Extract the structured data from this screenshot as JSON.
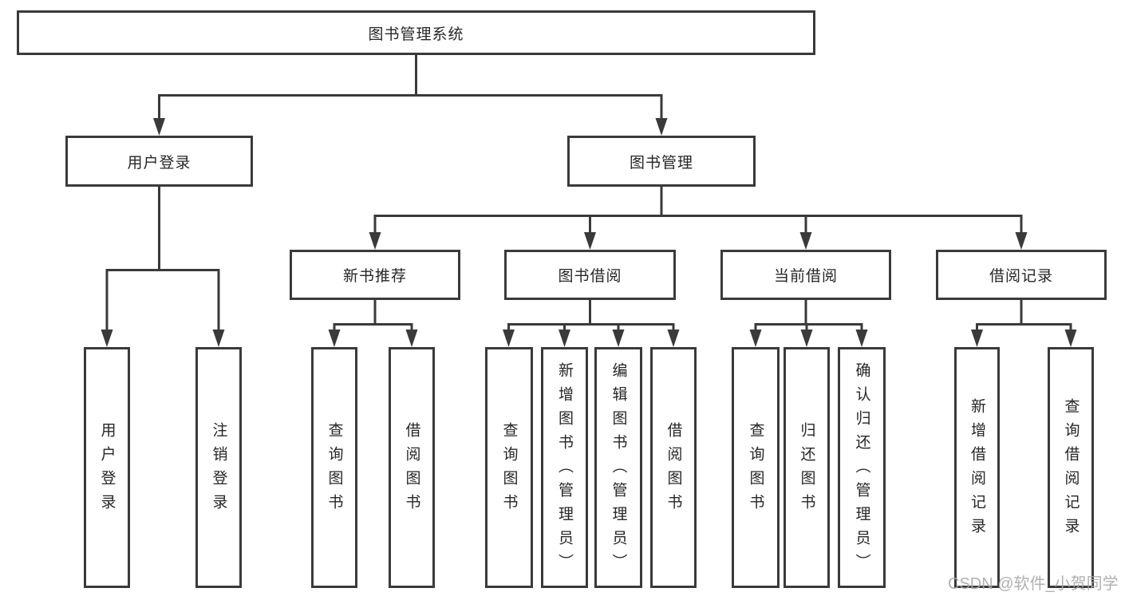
{
  "colors": {
    "line": "#3a3a3a",
    "text": "#262626",
    "background": "#ffffff",
    "watermark": "#a8a8a8"
  },
  "tree": {
    "root": "图书管理系统",
    "user_login": "用户登录",
    "book_mgmt": "图书管理",
    "new_book_rec": "新书推荐",
    "book_borrow": "图书借阅",
    "current_borrow": "当前借阅",
    "borrow_records": "借阅记录",
    "ul_login": "用户登录",
    "ul_logout": "注销登录",
    "nb_query": "查询图书",
    "nb_borrow": "借阅图书",
    "bb_query": "查询图书",
    "bb_add": "新增图书（管理员）",
    "bb_edit": "编辑图书（管理员）",
    "bb_borrow": "借阅图书",
    "cb_query": "查询图书",
    "cb_return": "归还图书",
    "cb_confirm": "确认归还（管理员）",
    "br_add": "新增借阅记录",
    "br_query": "查询借阅记录"
  },
  "watermark": "CSDN @软件_小贺同学"
}
